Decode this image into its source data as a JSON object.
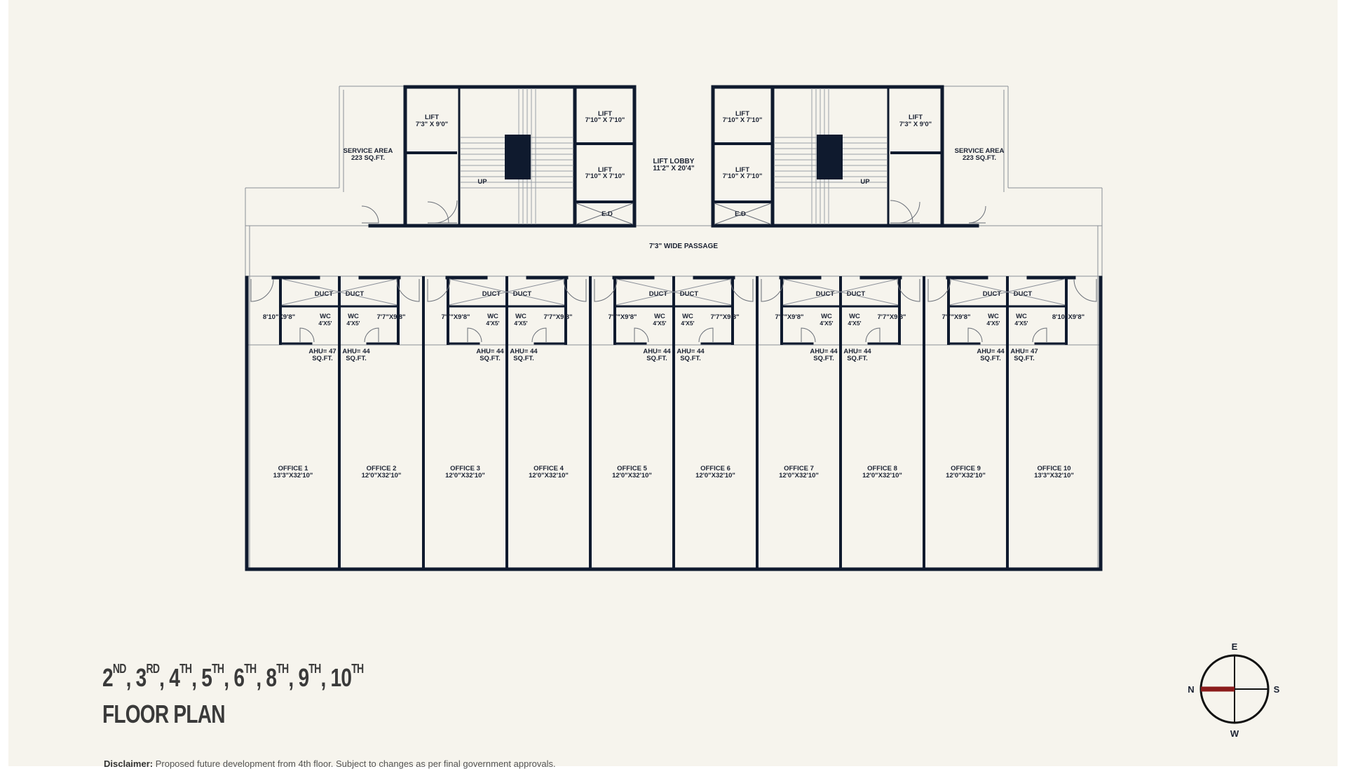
{
  "colors": {
    "wall": "#0f1a2e",
    "background": "#f6f4ed",
    "compass_north": "#8b1c1c"
  },
  "core": {
    "service_area_label": "SERVICE  AREA",
    "service_area_size": "223 SQ.FT.",
    "lift_small_label": "LIFT",
    "lift_small_size": "7'3\" X 9'0\"",
    "lift_large_label": "LIFT",
    "lift_large_size": "7'10\" X 7'10\"",
    "lift_lobby_label": "LIFT  LOBBY",
    "lift_lobby_size": "11'2\" X 20'4\"",
    "ed_label": "E.D",
    "up_label": "UP",
    "passage_label": "7'3\" WIDE PASSAGE"
  },
  "wet_block": {
    "duct_label": "DUCT",
    "wc_label": "WC",
    "wc_size": "4'X5'"
  },
  "offices": [
    {
      "name": "OFFICE 1",
      "size": "13'3\"X32'10\"",
      "anteroom": "8'10\"X9'8\"",
      "ahu": "AHU= 47"
    },
    {
      "name": "OFFICE 2",
      "size": "12'0\"X32'10\"",
      "anteroom": "7'7\"X9'8\"",
      "ahu": "AHU= 44"
    },
    {
      "name": "OFFICE 3",
      "size": "12'0\"X32'10\"",
      "anteroom": "7'7\"X9'8\"",
      "ahu": "AHU= 44"
    },
    {
      "name": "OFFICE 4",
      "size": "12'0\"X32'10\"",
      "anteroom": "7'7\"X9'8\"",
      "ahu": "AHU= 44"
    },
    {
      "name": "OFFICE 5",
      "size": "12'0\"X32'10\"",
      "anteroom": "7'7\"X9'8\"",
      "ahu": "AHU= 44"
    },
    {
      "name": "OFFICE 6",
      "size": "12'0\"X32'10\"",
      "anteroom": "7'7\"X9'8\"",
      "ahu": "AHU= 44"
    },
    {
      "name": "OFFICE 7",
      "size": "12'0\"X32'10\"",
      "anteroom": "7'7\"X9'8\"",
      "ahu": "AHU= 44"
    },
    {
      "name": "OFFICE 8",
      "size": "12'0\"X32'10\"",
      "anteroom": "7'7\"X9'8\"",
      "ahu": "AHU= 44"
    },
    {
      "name": "OFFICE 9",
      "size": "12'0\"X32'10\"",
      "anteroom": "7'7\"X9'8\"",
      "ahu": "AHU= 44"
    },
    {
      "name": "OFFICE 10",
      "size": "13'3\"X32'10\"",
      "anteroom": "8'10\"X9'8\"",
      "ahu": "AHU= 47"
    }
  ],
  "ahu_unit": "SQ.FT.",
  "compass": {
    "north": "N",
    "south": "S",
    "east": "E",
    "west": "W"
  },
  "title": {
    "floors": [
      {
        "num": "2",
        "suffix": "ND"
      },
      {
        "num": "3",
        "suffix": "RD"
      },
      {
        "num": "4",
        "suffix": "TH"
      },
      {
        "num": "5",
        "suffix": "TH"
      },
      {
        "num": "6",
        "suffix": "TH"
      },
      {
        "num": "8",
        "suffix": "TH"
      },
      {
        "num": "9",
        "suffix": "TH"
      },
      {
        "num": "10",
        "suffix": "TH"
      }
    ],
    "plan_label": "FLOOR PLAN"
  },
  "disclaimer": {
    "label": "Disclaimer:",
    "text": "Proposed future development from 4th floor. Subject to changes as per final government approvals."
  }
}
